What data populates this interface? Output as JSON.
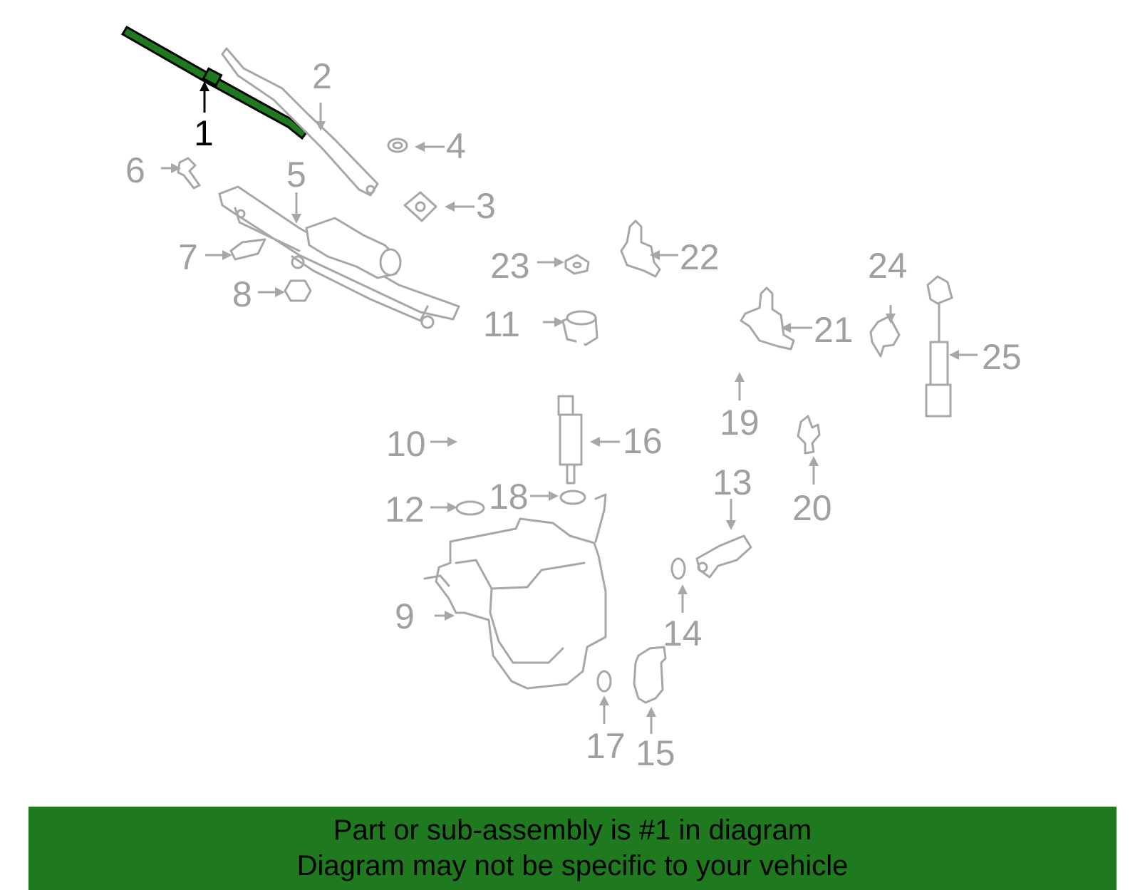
{
  "highlight_color": "#1f7a1f",
  "callouts": [
    {
      "id": "1",
      "label": "1",
      "active": true
    },
    {
      "id": "2",
      "label": "2"
    },
    {
      "id": "3",
      "label": "3"
    },
    {
      "id": "4",
      "label": "4"
    },
    {
      "id": "5",
      "label": "5"
    },
    {
      "id": "6",
      "label": "6"
    },
    {
      "id": "7",
      "label": "7"
    },
    {
      "id": "8",
      "label": "8"
    },
    {
      "id": "9",
      "label": "9"
    },
    {
      "id": "10",
      "label": "10"
    },
    {
      "id": "11",
      "label": "11"
    },
    {
      "id": "12",
      "label": "12"
    },
    {
      "id": "13",
      "label": "13"
    },
    {
      "id": "14",
      "label": "14"
    },
    {
      "id": "15",
      "label": "15"
    },
    {
      "id": "16",
      "label": "16"
    },
    {
      "id": "17",
      "label": "17"
    },
    {
      "id": "18",
      "label": "18"
    },
    {
      "id": "19",
      "label": "19"
    },
    {
      "id": "20",
      "label": "20"
    },
    {
      "id": "21",
      "label": "21"
    },
    {
      "id": "22",
      "label": "22"
    },
    {
      "id": "23",
      "label": "23"
    },
    {
      "id": "24",
      "label": "24"
    },
    {
      "id": "25",
      "label": "25"
    }
  ],
  "banner": {
    "line1": "Part or sub-assembly is #1 in diagram",
    "line2": "Diagram may not be specific to your vehicle"
  }
}
